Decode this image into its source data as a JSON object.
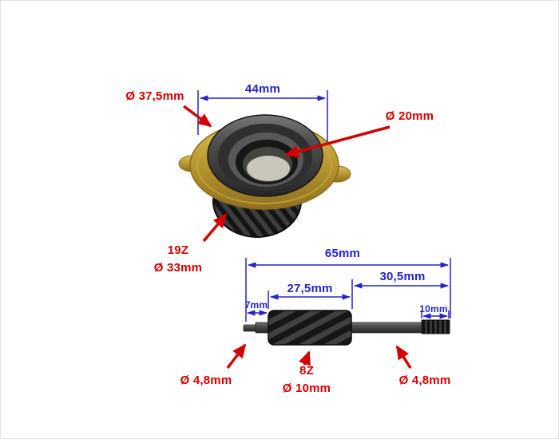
{
  "colors": {
    "dimension_blue": "#2323cc",
    "callout_red": "#d40000",
    "background": "#ffffff"
  },
  "gear": {
    "width": "44mm",
    "flange_diameter": "Ø 37,5mm",
    "bore_diameter": "Ø 20mm",
    "tooth_count": "19Z",
    "gear_diameter": "Ø 33mm"
  },
  "shaft": {
    "total_length": "65mm",
    "worm_length": "27,5mm",
    "right_section_length": "30,5mm",
    "left_tip_length": "7mm",
    "spline_length": "10mm",
    "left_tip_diameter": "Ø 4,8mm",
    "tooth_count": "8Z",
    "worm_diameter": "Ø 10mm",
    "right_shaft_diameter": "Ø 4,8mm"
  }
}
